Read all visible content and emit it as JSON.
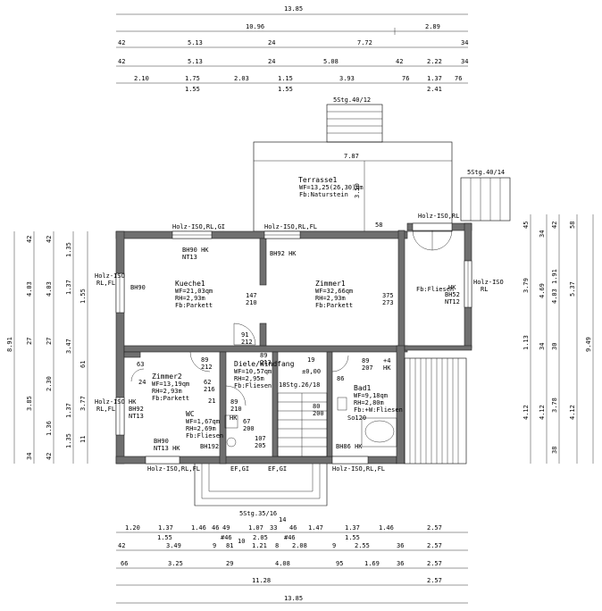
{
  "top_dims": {
    "row1": [
      "13.85"
    ],
    "row2": [
      "10.96",
      "2.89"
    ],
    "row3": [
      "42",
      "5.13",
      "24",
      "7.72",
      "34"
    ],
    "row4": [
      "42",
      "5.13",
      "24",
      "5.08",
      "42",
      "2.22",
      "34"
    ],
    "row5a": [
      "2.10",
      "1.75",
      "2.03",
      "1.15",
      "3.93",
      "76",
      "1.37",
      "76"
    ],
    "row5b": [
      "1.55",
      "1.55",
      "2.41"
    ]
  },
  "bottom_dims": {
    "row1a": [
      "1.20",
      "1.37",
      "1.46",
      "46",
      "49",
      "1.07",
      "33",
      "46",
      "1.47",
      "1.37",
      "1.46",
      "2.57"
    ],
    "row1b": [
      "1.55",
      "#46",
      "2.05",
      "#46",
      "1.55"
    ],
    "row1c": [
      "14",
      "10"
    ],
    "row2": [
      "42",
      "3.49",
      "9",
      "81",
      "1.21",
      "8",
      "2.08",
      "9",
      "2.55",
      "36",
      "2.57"
    ],
    "row3": [
      "66",
      "3.25",
      "29",
      "4.08",
      "95",
      "1.69",
      "36",
      "2.57"
    ],
    "row4": [
      "11.28",
      "2.57"
    ],
    "row5": [
      "13.85"
    ]
  },
  "left_dims": {
    "outer": [
      "8.91"
    ],
    "col2": [
      "42",
      "4.03",
      "27",
      "3.85",
      "34"
    ],
    "col3": [
      "42",
      "4.03",
      "27",
      "2.30",
      "1.36",
      "42"
    ],
    "col4": [
      "1.35",
      "1.37",
      "3.47",
      "1.37",
      "1.35"
    ],
    "col5": [
      "1.55",
      "61",
      "3.77",
      "11"
    ]
  },
  "right_dims": {
    "outer": [
      "9.49"
    ],
    "col_a": [
      "45",
      "3.79",
      "1.13",
      "4.12"
    ],
    "col_b": [
      "34",
      "4.69",
      "34",
      "4.12"
    ],
    "col_c": [
      "42",
      "1.91",
      "4.03",
      "30",
      "3.78",
      "38"
    ],
    "col_d": [
      "58",
      "5.37",
      "4.12"
    ]
  },
  "rooms": {
    "kueche": {
      "name": "Kueche1",
      "l1": "WF=21,03qm",
      "l2": "RH=2,93m",
      "l3": "Fb:Parkett"
    },
    "zimmer1": {
      "name": "Zimmer1",
      "l1": "WF=32,66qm",
      "l2": "RH=2,93m",
      "l3": "Fb:Parkett"
    },
    "zimmer2": {
      "name": "Zimmer2",
      "l1": "WF=13,19qm",
      "l2": "RH=2,93m",
      "l3": "Fb:Parkett"
    },
    "diele": {
      "name": "Diele/Windfang",
      "l1": "WF=10,57qm",
      "l2": "RH=2,95m",
      "l3": "Fb:Fliesen"
    },
    "wc": {
      "name": "WC",
      "l1": "WF=1,67qm",
      "l2": "RH=2,69m",
      "l3": "Fb:Fliesen"
    },
    "bad": {
      "name": "Bad1",
      "l1": "WF=9,18qm",
      "l2": "RH=2,80m",
      "l3": "Fb:+W:Fliesen"
    },
    "terrasse": {
      "name": "Terrasse1",
      "l1": "WF=13,25(26,30)qm",
      "l2": "Fb:Naturstein"
    },
    "wintergarten": {
      "l1": "Fb:Fliesen"
    }
  },
  "labels": {
    "sstg_top": "5Stg.40/12",
    "sstg_right": "5Stg.40/14",
    "sstg_bottom": "5Stg.35/16",
    "stair": "18Stg.26/18",
    "level": "±0,00",
    "w_kueche": "Holz-ISO,RL,GI",
    "w_zimmer1": "Holz-ISO,RL,FL",
    "w_wg": "Holz-ISO,RL",
    "w_left1": "Holz-ISO",
    "w_left1b": "RL,FL",
    "w_left2": "Holz-ISO",
    "w_left2b": "RL,FL",
    "w_right": "Holz-ISO",
    "w_rightb": "RL",
    "w_bot1": "Holz-ISO,RL,FL",
    "w_bot2": "Holz-ISO,RL,FL",
    "w_bot_door1": "EF,GI",
    "w_bot_door2": "EF,GI",
    "bh90_1": "BH90 HK",
    "nt13_1": "NT13",
    "bh92_1": "BH92 HK",
    "bh90_l": "BH90",
    "hk_nt12": "HK",
    "hk_bh52": "BH52",
    "hk_nt12b": "NT12",
    "hk_l": "HK",
    "bh92_l": "BH92",
    "nt13_l": "NT13",
    "bh90_b": "BH90",
    "nt13_b": "NT13 HK",
    "bh192": "BH192",
    "bh86": "BH86 HK",
    "so120": "So120",
    "d147": "147",
    "d210": "210",
    "d375": "375",
    "d273": "273",
    "d91": "91",
    "d212": "212",
    "d89a": "89",
    "d212a": "212",
    "d89b": "89",
    "d213": "213",
    "d19": "19",
    "d89c": "89",
    "d207": "207",
    "d62": "62",
    "d216": "216",
    "d63": "63",
    "d24": "24",
    "d21": "21",
    "d86": "86",
    "d80": "80",
    "d200": "200",
    "d89d": "89",
    "d210b": "210",
    "d67": "67",
    "d200b": "200",
    "d107": "107",
    "d205": "205",
    "d4": "+4",
    "hk_bad": "HK",
    "d787": "7.87",
    "d350": "3.50",
    "d58": "58",
    "hk_wc": "HK"
  }
}
